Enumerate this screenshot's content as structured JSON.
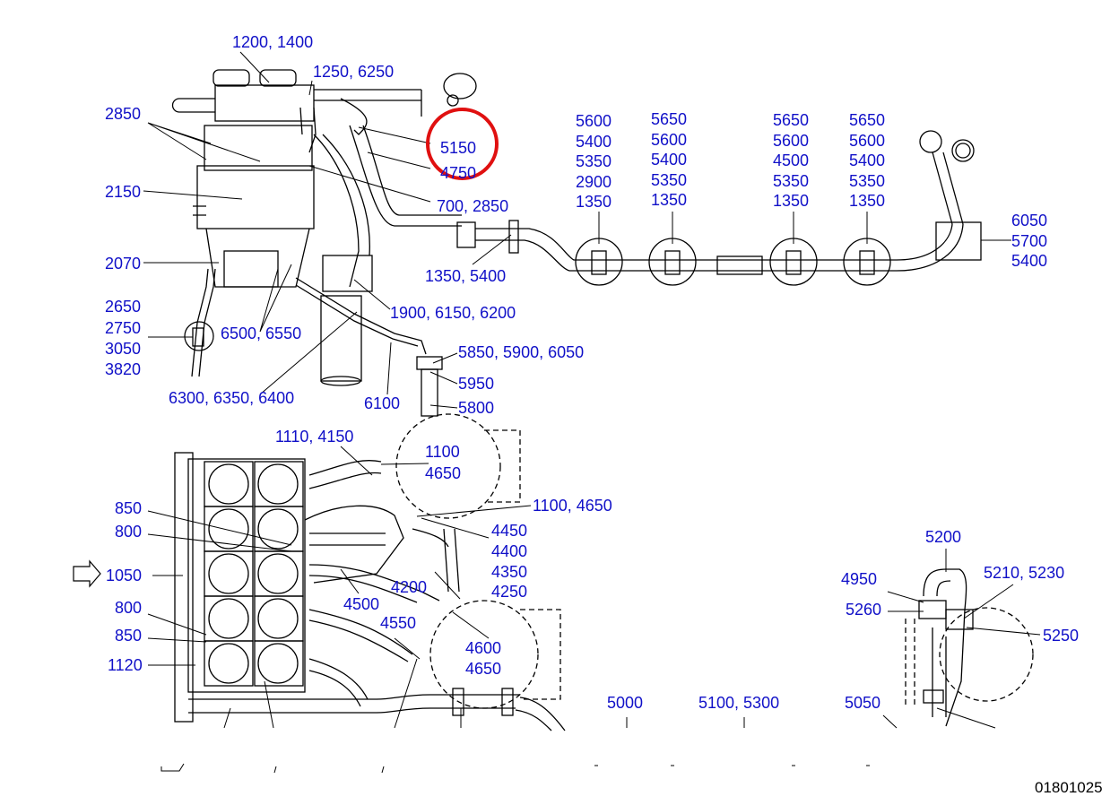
{
  "diagram": {
    "document_number": "01801025",
    "highlight_color": "#e01010",
    "label_color": "#1010c8",
    "callouts": [
      "1200, 1400",
      "1250, 6250",
      "2850",
      "5150",
      "4750",
      "2150",
      "700, 2850",
      "2070",
      "1350, 5400",
      "1900, 6150, 6200",
      "2650",
      "2750",
      "3050",
      "3820",
      "6500, 6550",
      "6300, 6350, 6400",
      "6100",
      "5850, 5900, 6050",
      "5950",
      "5800",
      "1110, 4150",
      "1100",
      "4650",
      "1100, 4650",
      "850",
      "800",
      "4450",
      "4400",
      "4350",
      "4250",
      "1050",
      "4200",
      "4500",
      "800",
      "850",
      "4550",
      "4600",
      "4650",
      "1120",
      "5000",
      "5100, 5300",
      "5050",
      "5200",
      "4950",
      "5210, 5230",
      "5260",
      "5250"
    ],
    "stacks": [
      [
        "5600",
        "5400",
        "5350",
        "2900",
        "1350"
      ],
      [
        "5650",
        "5600",
        "5400",
        "5350",
        "1350"
      ],
      [
        "5650",
        "5600",
        "4500",
        "5350",
        "1350"
      ],
      [
        "5650",
        "5600",
        "5400",
        "5350",
        "1350"
      ],
      [
        "6050",
        "5700",
        "5400"
      ]
    ]
  }
}
